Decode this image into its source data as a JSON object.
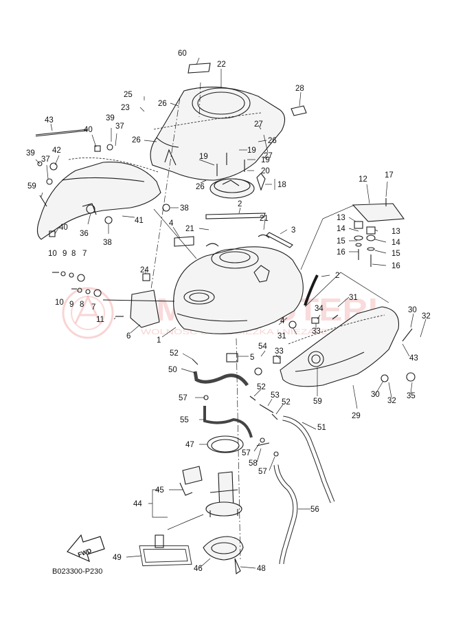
{
  "diagram": {
    "code": "B023300-P230",
    "fwd_label": "FWD",
    "watermark": {
      "name": "AMA-SKUTERI",
      "tagline": "WOLNOŚĆ DWUŚCIEŻKA I NIEZALEŻNOŚCI NA",
      "color": "#e23b3b"
    },
    "callouts": [
      {
        "id": "c60",
        "text": "60"
      },
      {
        "id": "c22",
        "text": "22"
      },
      {
        "id": "c28",
        "text": "28"
      },
      {
        "id": "c25",
        "text": "25"
      },
      {
        "id": "c23",
        "text": "23"
      },
      {
        "id": "c26a",
        "text": "26"
      },
      {
        "id": "c27a",
        "text": "27"
      },
      {
        "id": "c26b",
        "text": "26"
      },
      {
        "id": "c27b",
        "text": "27"
      },
      {
        "id": "c43a",
        "text": "43"
      },
      {
        "id": "c40a",
        "text": "40"
      },
      {
        "id": "c39a",
        "text": "39"
      },
      {
        "id": "c37a",
        "text": "37"
      },
      {
        "id": "c26c",
        "text": "26"
      },
      {
        "id": "c19a",
        "text": "19"
      },
      {
        "id": "c19b",
        "text": "19"
      },
      {
        "id": "c19c",
        "text": "19"
      },
      {
        "id": "c20",
        "text": "20"
      },
      {
        "id": "c26d",
        "text": "26"
      },
      {
        "id": "c18",
        "text": "18"
      },
      {
        "id": "c39b",
        "text": "39"
      },
      {
        "id": "c42",
        "text": "42"
      },
      {
        "id": "c37b",
        "text": "37"
      },
      {
        "id": "c59a",
        "text": "59"
      },
      {
        "id": "c38a",
        "text": "38"
      },
      {
        "id": "c12",
        "text": "12"
      },
      {
        "id": "c17",
        "text": "17"
      },
      {
        "id": "c2a",
        "text": "2"
      },
      {
        "id": "c41",
        "text": "41"
      },
      {
        "id": "c40b",
        "text": "40"
      },
      {
        "id": "c36",
        "text": "36"
      },
      {
        "id": "c38b",
        "text": "38"
      },
      {
        "id": "c4a",
        "text": "4"
      },
      {
        "id": "c21a",
        "text": "21"
      },
      {
        "id": "c21b",
        "text": "21"
      },
      {
        "id": "c3",
        "text": "3"
      },
      {
        "id": "c13a",
        "text": "13"
      },
      {
        "id": "c13b",
        "text": "13"
      },
      {
        "id": "c14a",
        "text": "14"
      },
      {
        "id": "c14b",
        "text": "14"
      },
      {
        "id": "c15a",
        "text": "15"
      },
      {
        "id": "c15b",
        "text": "15"
      },
      {
        "id": "c16a",
        "text": "16"
      },
      {
        "id": "c16b",
        "text": "16"
      },
      {
        "id": "c10a",
        "text": "10"
      },
      {
        "id": "c9a",
        "text": "9"
      },
      {
        "id": "c8a",
        "text": "8"
      },
      {
        "id": "c7a",
        "text": "7"
      },
      {
        "id": "c24",
        "text": "24"
      },
      {
        "id": "c2b",
        "text": "2"
      },
      {
        "id": "c10b",
        "text": "10"
      },
      {
        "id": "c9b",
        "text": "9"
      },
      {
        "id": "c8b",
        "text": "8"
      },
      {
        "id": "c7b",
        "text": "7"
      },
      {
        "id": "c31a",
        "text": "31"
      },
      {
        "id": "c11",
        "text": "11"
      },
      {
        "id": "c4b",
        "text": "4"
      },
      {
        "id": "c34",
        "text": "34"
      },
      {
        "id": "c30a",
        "text": "30"
      },
      {
        "id": "c32a",
        "text": "32"
      },
      {
        "id": "c6",
        "text": "6"
      },
      {
        "id": "c1",
        "text": "1"
      },
      {
        "id": "c31b",
        "text": "31"
      },
      {
        "id": "c33a",
        "text": "33"
      },
      {
        "id": "c43b",
        "text": "43"
      },
      {
        "id": "c52a",
        "text": "52"
      },
      {
        "id": "c54",
        "text": "54"
      },
      {
        "id": "c33b",
        "text": "33"
      },
      {
        "id": "c5",
        "text": "5"
      },
      {
        "id": "c50",
        "text": "50"
      },
      {
        "id": "c59b",
        "text": "59"
      },
      {
        "id": "c30b",
        "text": "30"
      },
      {
        "id": "c32b",
        "text": "32"
      },
      {
        "id": "c35",
        "text": "35"
      },
      {
        "id": "c52b",
        "text": "52"
      },
      {
        "id": "c57a",
        "text": "57"
      },
      {
        "id": "c53",
        "text": "53"
      },
      {
        "id": "c52c",
        "text": "52"
      },
      {
        "id": "c29",
        "text": "29"
      },
      {
        "id": "c55",
        "text": "55"
      },
      {
        "id": "c51",
        "text": "51"
      },
      {
        "id": "c47",
        "text": "47"
      },
      {
        "id": "c57b",
        "text": "57"
      },
      {
        "id": "c58",
        "text": "58"
      },
      {
        "id": "c57c",
        "text": "57"
      },
      {
        "id": "c45",
        "text": "45"
      },
      {
        "id": "c44",
        "text": "44"
      },
      {
        "id": "c56",
        "text": "56"
      },
      {
        "id": "c49",
        "text": "49"
      },
      {
        "id": "c46",
        "text": "46"
      },
      {
        "id": "c48",
        "text": "48"
      }
    ]
  }
}
